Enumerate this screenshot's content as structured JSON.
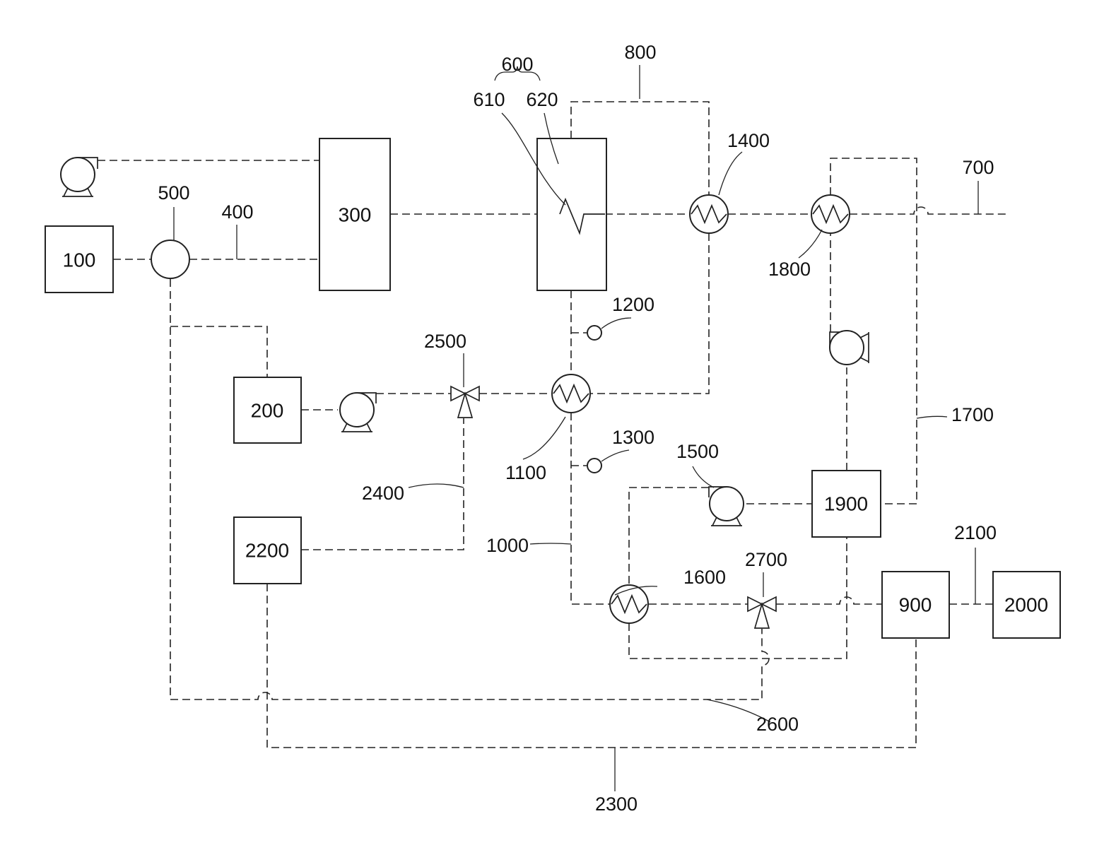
{
  "units": {
    "u100": "100",
    "u200": "200",
    "u300": "300",
    "u900": "900",
    "u1900": "1900",
    "u2000": "2000",
    "u2200": "2200"
  },
  "refs": {
    "r400": "400",
    "r500": "500",
    "r600": "600",
    "r610": "610",
    "r620": "620",
    "r700": "700",
    "r800": "800",
    "r1000": "1000",
    "r1100": "1100",
    "r1200": "1200",
    "r1300": "1300",
    "r1400": "1400",
    "r1500": "1500",
    "r1600": "1600",
    "r1700": "1700",
    "r1800": "1800",
    "r2100": "2100",
    "r2300": "2300",
    "r2400": "2400",
    "r2500": "2500",
    "r2600": "2600",
    "r2700": "2700"
  },
  "icons": {
    "blower": "blower-icon",
    "pump": "pump-icon",
    "heat_exchanger": "heat-exchanger-icon",
    "three_way_valve": "three-way-valve-icon",
    "sensor": "sensor-icon",
    "junction": "junction-icon"
  }
}
